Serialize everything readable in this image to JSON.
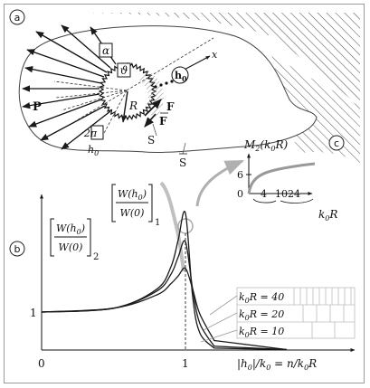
{
  "panel_a": {
    "label": "a",
    "force_P": "P",
    "force_F": "F",
    "force_F_bar": "F",
    "alpha": "α",
    "theta": "ϑ",
    "radius": "R",
    "two_pi": "2π",
    "h0_lower": "h0",
    "h0_circle": "h0",
    "axis_x": "x",
    "surface_S": "S",
    "surface_S_bar": "S"
  },
  "panel_b": {
    "label": "b",
    "y_tick_1": "1",
    "x_tick_0": "0",
    "x_tick_1": "1",
    "x_axis_label": "|h0|/k0 = n/k0R",
    "y_axis_label_top": "W(h0)",
    "y_axis_label_bottom": "W(0)",
    "y_axis_label_index": "2",
    "inner_label_top": "W(h0)",
    "inner_label_bottom": "W(0)",
    "inner_label_index": "1",
    "legend": [
      {
        "label": "k0R = 40"
      },
      {
        "label": "k0R = 20"
      },
      {
        "label": "k0R = 10"
      }
    ]
  },
  "panel_c": {
    "label": "c",
    "y_label": "M2(k0R)",
    "x_label": "k0R",
    "y_tick": "6",
    "x_tick_0": "0",
    "x_tick_4": "4",
    "x_tick_1024": "1024"
  },
  "chart_data": {
    "type": "line",
    "xlabel": "|h0|/k0 = n/k0R",
    "series": [
      {
        "name": "k0R = 40",
        "x": [
          0,
          0.5,
          0.8,
          0.9,
          0.95,
          1.0,
          1.05,
          1.1,
          1.2
        ],
        "y": [
          1,
          1.1,
          1.6,
          2.2,
          2.9,
          3.6,
          1.4,
          0.45,
          0.05
        ]
      },
      {
        "name": "k0R = 20",
        "x": [
          0,
          0.5,
          0.8,
          0.9,
          0.95,
          1.0,
          1.05,
          1.1,
          1.2
        ],
        "y": [
          1,
          1.1,
          1.55,
          2.0,
          2.45,
          2.85,
          1.6,
          0.7,
          0.1
        ]
      },
      {
        "name": "k0R = 10",
        "x": [
          0,
          0.5,
          0.8,
          0.9,
          0.95,
          1.0,
          1.05,
          1.1,
          1.2
        ],
        "y": [
          1,
          1.1,
          1.45,
          1.75,
          1.95,
          2.15,
          1.6,
          0.95,
          0.25
        ]
      }
    ],
    "xticks": [
      "0",
      "1"
    ],
    "yticks": [
      "1"
    ]
  },
  "colors": {
    "line": "#1a1a1a",
    "gray_curve": "#b5b5b5",
    "hatch": "#555555"
  }
}
